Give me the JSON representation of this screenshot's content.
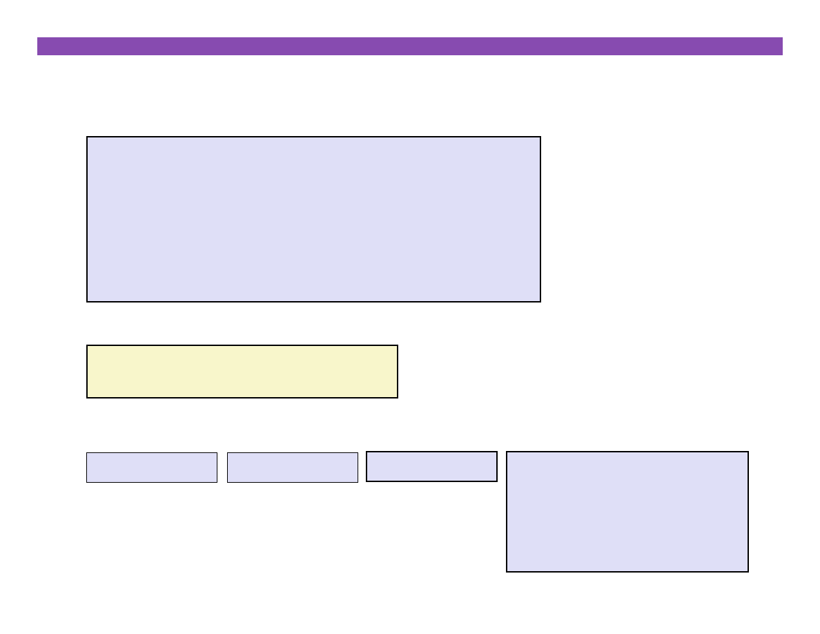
{
  "colors": {
    "header_bar": "#874bb0",
    "box_fill_lavender": "#dfdff7",
    "box_fill_yellow": "#f8f6cb",
    "box_border": "#000000"
  },
  "boxes": {
    "main": {
      "fill": "lavender"
    },
    "note": {
      "fill": "yellow"
    },
    "small_1": {
      "fill": "lavender"
    },
    "small_2": {
      "fill": "lavender"
    },
    "small_3": {
      "fill": "lavender"
    },
    "side": {
      "fill": "lavender"
    }
  }
}
